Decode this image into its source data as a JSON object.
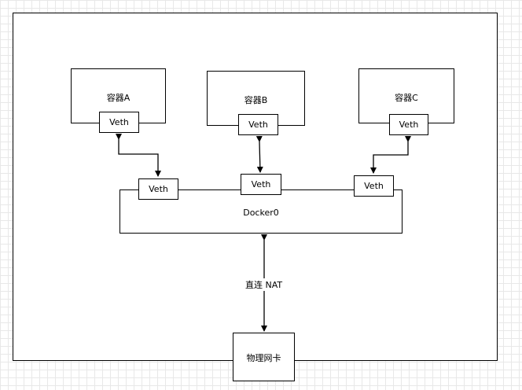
{
  "containers": [
    {
      "name": "容器A",
      "veth": "Veth"
    },
    {
      "name": "容器B",
      "veth": "Veth"
    },
    {
      "name": "容器C",
      "veth": "Veth"
    }
  ],
  "bridge": {
    "name": "Docker0",
    "veths": [
      "Veth",
      "Veth",
      "Veth"
    ]
  },
  "link_label": "直连 NAT",
  "nic": {
    "name": "物理网卡"
  },
  "colors": {
    "stroke": "#000000",
    "fill": "#ffffff",
    "grid": "#e8e8e8"
  }
}
